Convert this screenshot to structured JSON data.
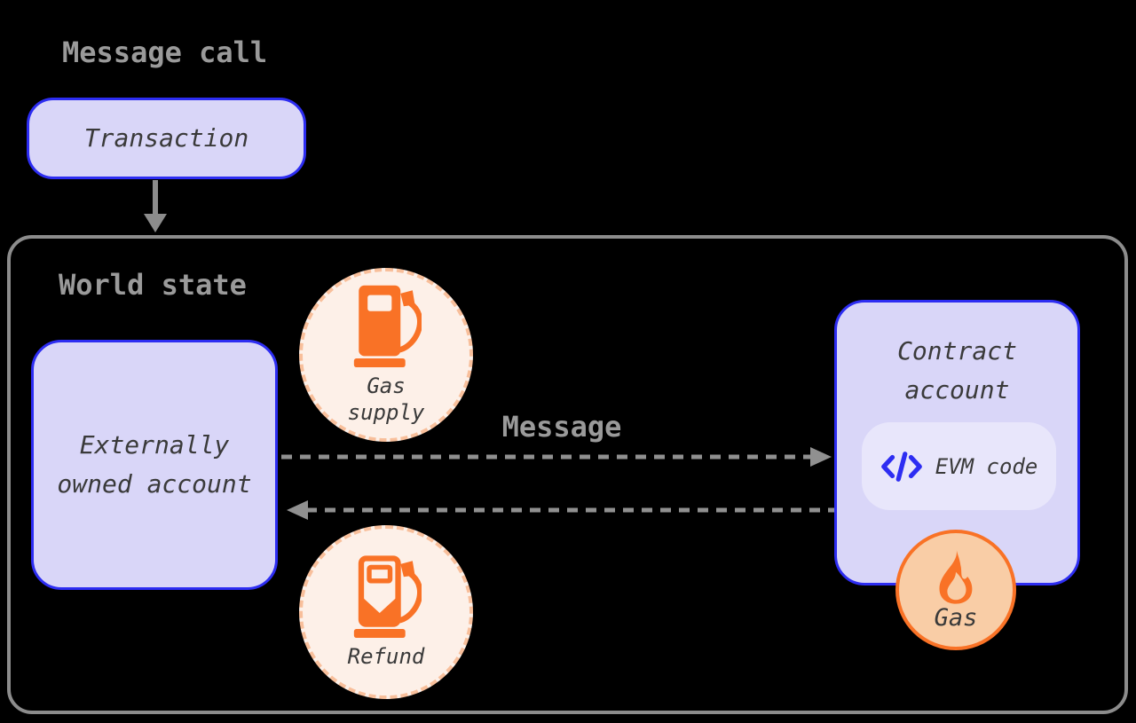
{
  "page": {
    "title": "Message call"
  },
  "colors": {
    "background": "#000000",
    "accent_blue": "#2d2df2",
    "lavender_fill": "#d9d6f8",
    "pill_fill": "#e8e6fb",
    "orange": "#f97226",
    "peach_fill": "#f9cda6",
    "cream_fill": "#fdf0e8",
    "peach_dash_border": "#f8bf9b",
    "gray_text": "#9a9a9a",
    "gray_line": "#8c8c8c",
    "dark_text": "#3a3a3a"
  },
  "transaction": {
    "label": "Transaction"
  },
  "world_state": {
    "label": "World state"
  },
  "eoa": {
    "lines": [
      "Externally",
      "owned account"
    ]
  },
  "gas_supply": {
    "icon": "gas-pump-icon",
    "lines": [
      "Gas",
      "supply"
    ]
  },
  "message": {
    "label": "Message"
  },
  "contract": {
    "lines": [
      "Contract",
      "account"
    ],
    "evm_code": {
      "icon": "code-icon",
      "label": "EVM code"
    }
  },
  "gas": {
    "icon": "flame-icon",
    "label": "Gas"
  },
  "refund": {
    "icon": "gas-pump-refund-icon",
    "label": "Refund"
  }
}
